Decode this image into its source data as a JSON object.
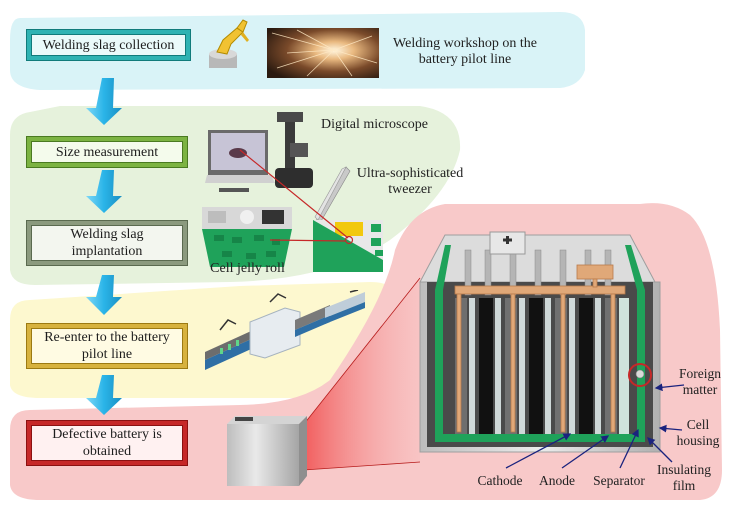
{
  "steps": [
    {
      "label": "Welding slag collection",
      "color": "#2fb3b3"
    },
    {
      "label": "Size measurement",
      "color": "#7cb342"
    },
    {
      "label": "Welding slag implantation",
      "color": "#8b9a7e"
    },
    {
      "label": "Re-enter to the battery pilot line",
      "color": "#d7b23e"
    },
    {
      "label": "Defective battery is obtained",
      "color": "#c62828"
    }
  ],
  "annotations": {
    "workshop_line1": "Welding workshop on the",
    "workshop_line2": "battery pilot line",
    "microscope": "Digital microscope",
    "tweezer_line1": "Ultra-sophisticated",
    "tweezer_line2": "tweezer",
    "jelly_roll": "Cell jelly roll"
  },
  "cell_labels": {
    "foreign_line1": "Foreign",
    "foreign_line2": "matter",
    "housing_line1": "Cell",
    "housing_line2": "housing",
    "insulating_line1": "Insulating",
    "insulating_line2": "film",
    "cathode": "Cathode",
    "anode": "Anode",
    "separator": "Separator"
  },
  "region_colors": {
    "collection": "#d9f3f7",
    "measurement": "#e6f2dc",
    "pilot_line": "#fdf8cf",
    "defective": "#f8c9c9",
    "arrow": "#2ab4e8",
    "pointer": "#1a237e",
    "highlight": "#c62828"
  }
}
